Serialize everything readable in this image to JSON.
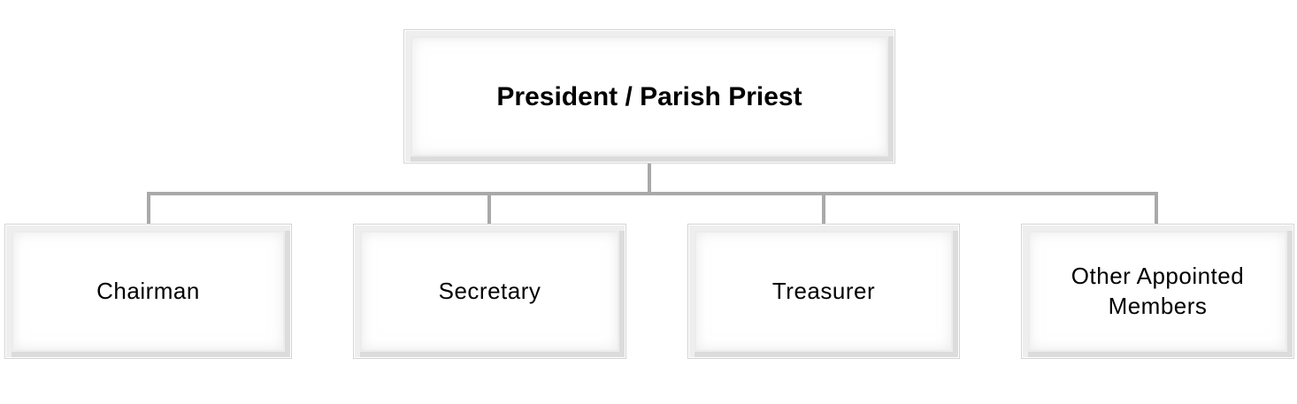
{
  "diagram": {
    "root": {
      "label": "President / Parish Priest"
    },
    "children": [
      {
        "label": "Chairman"
      },
      {
        "label": "Secretary"
      },
      {
        "label": "Treasurer"
      },
      {
        "label": "Other Appointed Members"
      }
    ]
  }
}
